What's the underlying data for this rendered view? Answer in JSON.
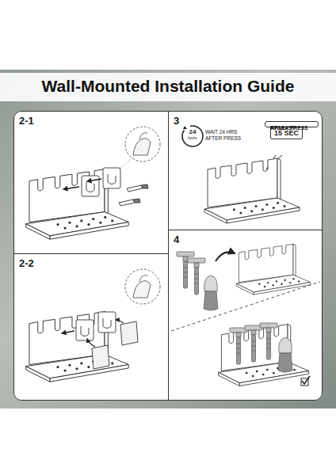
{
  "diagram": {
    "title": "Wall-Mounted Installation Guide",
    "nodes": [
      {
        "text": [
          "2-1"
        ]
      },
      {
        "text": [
          "3"
        ]
      },
      {
        "text": [
          "FIRMLY PRESS",
          "15 SEC",
          "AT LEAST"
        ],
        "in": 1
      },
      {
        "text": [
          "2-2"
        ]
      },
      {
        "text": [
          "4"
        ]
      }
    ],
    "labels": [
      "24",
      "hours",
      "WAIT 24 HRS AFTER PRESS"
    ]
  }
}
